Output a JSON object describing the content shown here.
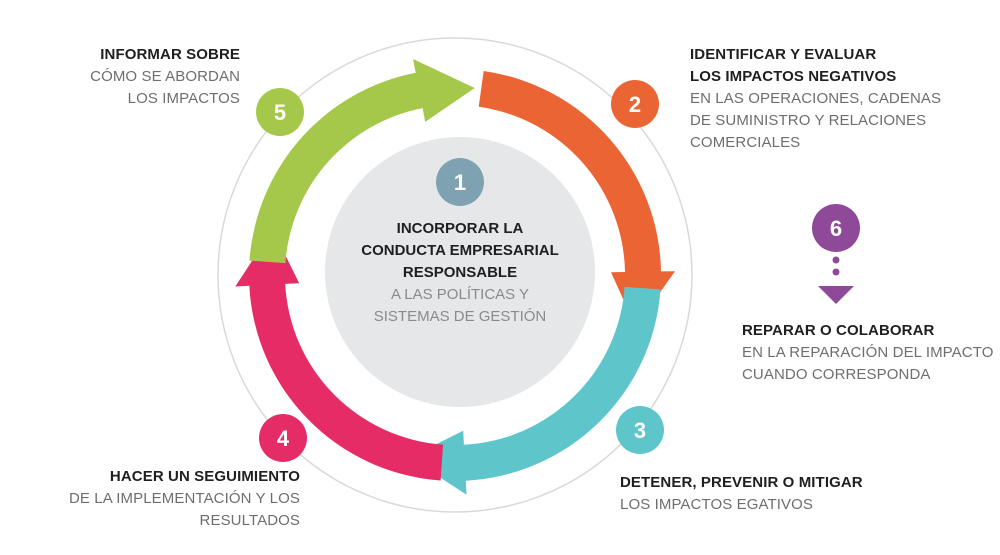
{
  "center": {
    "number": "1",
    "title_lines": [
      "INCORPORAR LA",
      "CONDUCTA EMPRESARIAL",
      "RESPONSABLE"
    ],
    "desc_lines": [
      "A LAS POLÍTICAS Y",
      "SISTEMAS DE GESTIÓN"
    ]
  },
  "steps": {
    "step2": {
      "number": "2",
      "title_lines": [
        "IDENTIFICAR Y EVALUAR",
        "LOS IMPACTOS NEGATIVOS"
      ],
      "desc_lines": [
        "EN LAS OPERACIONES, CADENAS",
        "DE SUMINISTRO Y RELACIONES",
        "COMERCIALES"
      ],
      "color": "#ea6533"
    },
    "step3": {
      "number": "3",
      "title_lines": [
        "DETENER, PREVENIR O MITIGAR"
      ],
      "desc_lines": [
        "LOS IMPACTOS EGATIVOS"
      ],
      "color": "#5ec5cb"
    },
    "step4": {
      "number": "4",
      "title_lines": [
        "HACER UN SEGUIMIENTO"
      ],
      "desc_lines": [
        "DE LA IMPLEMENTACIÓN Y LOS",
        "RESULTADOS"
      ],
      "color": "#e62c66"
    },
    "step5": {
      "number": "5",
      "title_lines": [
        "INFORMAR SOBRE"
      ],
      "desc_lines": [
        "CÓMO SE ABORDAN",
        "LOS IMPACTOS"
      ],
      "color": "#a5c84b"
    },
    "step6": {
      "number": "6",
      "title_lines": [
        "REPARAR O COLABORAR"
      ],
      "desc_lines": [
        "EN LA REPARACIÓN DEL IMPACTO",
        "CUANDO CORRESPONDA"
      ],
      "color": "#8e4a98"
    }
  },
  "colors": {
    "center_circle": "#e6e7e8",
    "center_badge": "#7fa2b3",
    "outer_ring": "#d9d9d9"
  }
}
